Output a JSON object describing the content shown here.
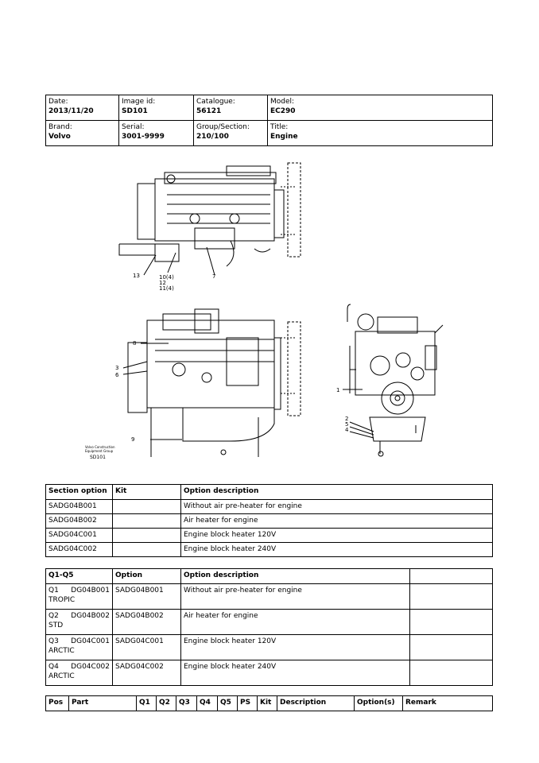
{
  "header": {
    "date_label": "Date:",
    "date": "2013/11/20",
    "image_id_label": "Image id:",
    "image_id": "SD101",
    "catalogue_label": "Catalogue:",
    "catalogue": "56121",
    "model_label": "Model:",
    "model": "EC290",
    "brand_label": "Brand:",
    "brand": "Volvo",
    "serial_label": "Serial:",
    "serial": "3001-9999",
    "group_label": "Group/Section:",
    "group": "210/100",
    "title_label": "Title:",
    "title": "Engine"
  },
  "figure": {
    "callouts": [
      "13",
      "10(4)",
      "12",
      "11(4)",
      "7",
      "8",
      "3",
      "6",
      "9",
      "1",
      "2",
      "5",
      "4"
    ],
    "credit_line1": "Volvo Construction",
    "credit_line2": "Equipment Group",
    "credit_id": "SD101"
  },
  "options_table": {
    "headers": [
      "Section option",
      "Kit",
      "Option description"
    ],
    "rows": [
      {
        "section": "SADG04B001",
        "kit": "",
        "desc": "Without air pre-heater for engine"
      },
      {
        "section": "SADG04B002",
        "kit": "",
        "desc": "Air heater for engine"
      },
      {
        "section": "SADG04C001",
        "kit": "",
        "desc": "Engine block heater 120V"
      },
      {
        "section": "SADG04C002",
        "kit": "",
        "desc": "Engine block heater 240V"
      }
    ]
  },
  "q_table": {
    "headers": [
      "Q1-Q5",
      "Option",
      "Option description",
      ""
    ],
    "rows": [
      {
        "q": "Q1",
        "code": "DG04B001",
        "variant": "TROPIC",
        "option": "SADG04B001",
        "desc": "Without air pre-heater for engine"
      },
      {
        "q": "Q2",
        "code": "DG04B002",
        "variant": "STD",
        "option": "SADG04B002",
        "desc": "Air heater for engine"
      },
      {
        "q": "Q3",
        "code": "DG04C001",
        "variant": "ARCTIC",
        "option": "SADG04C001",
        "desc": "Engine block heater 120V"
      },
      {
        "q": "Q4",
        "code": "DG04C002",
        "variant": "ARCTIC",
        "option": "SADG04C002",
        "desc": "Engine block heater 240V"
      }
    ]
  },
  "parts_table": {
    "headers": [
      "Pos",
      "Part",
      "Q1",
      "Q2",
      "Q3",
      "Q4",
      "Q5",
      "PS",
      "Kit",
      "Description",
      "Option(s)",
      "Remark"
    ]
  }
}
